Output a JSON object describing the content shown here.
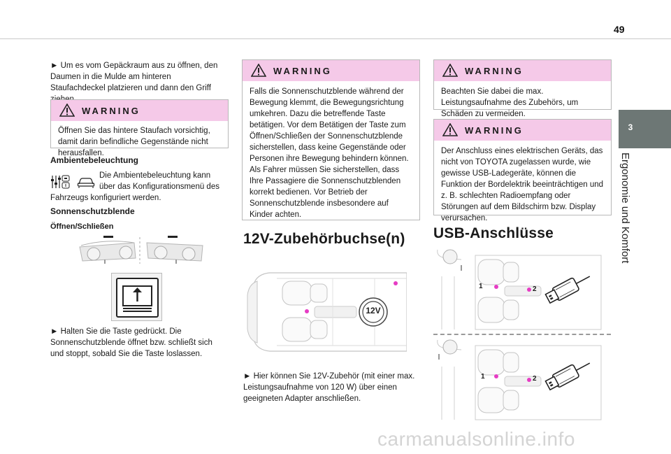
{
  "page_number": "49",
  "side_tab": {
    "number": "3",
    "label": "Ergonomie und Komfort"
  },
  "col1": {
    "intro": "► Um es vom Gepäckraum aus zu öffnen, den Daumen in die Mulde am hinteren Staufachdeckel platzieren und dann den Griff ziehen.",
    "warning_title": "WARNING",
    "warning_text": "Öffnen Sie das hintere Staufach vorsichtig, damit darin befindliche Gegenstände nicht herausfallen.",
    "ambient_heading": "Ambientebeleuchtung",
    "ambient_text_a": "Die Ambientebeleuchtung kann über das Konfigurationsmenü des",
    "ambient_text_b": "Fahrzeugs konfiguriert werden.",
    "sunshade_heading": "Sonnenschutzblende",
    "open_close_heading": "Öffnen/Schließen",
    "hold_text": "► Halten Sie die Taste gedrückt. Die Sonnenschutzblende öffnet bzw. schließt sich und stoppt, sobald Sie die Taste loslassen."
  },
  "col2": {
    "warning_title": "WARNING",
    "warning_text": "Falls die Sonnenschutzblende während der Bewegung klemmt, die Bewegungsrichtung umkehren. Dazu die betreffende Taste betätigen. Vor dem Betätigen der Taste zum Öffnen/Schließen der Sonnenschutzblende sicherstellen, dass keine Gegenstände oder Personen ihre Bewegung behindern können. Als Fahrer müssen Sie sicherstellen, dass Ihre Passagiere die Sonnenschutzblenden korrekt bedienen. Vor Betrieb der Sonnenschutzblende insbesondere auf Kinder achten.",
    "heading_12v": "12V-Zubehörbuchse(n)",
    "socket_label": "12V",
    "text_12v": "► Hier können Sie 12V-Zubehör (mit einer max. Leistungsaufnahme von 120 W) über einen geeigneten Adapter anschließen."
  },
  "col3": {
    "warning1_title": "WARNING",
    "warning1_text": "Beachten Sie dabei die max. Leistungsaufnahme des Zubehörs, um Schäden zu vermeiden.",
    "warning2_title": "WARNING",
    "warning2_text": "Der Anschluss eines elektrischen Geräts, das nicht von TOYOTA zugelassen wurde, wie gewisse USB-Ladegeräte, können die Funktion der Bordelektrik beeinträchtigen und z. B. schlechten Radioempfang oder Störungen auf dem Bildschirm bzw. Display verursachen.",
    "usb_heading": "USB-Anschlüsse",
    "marker_1": "1",
    "marker_2": "2"
  },
  "footer_watermark": "carmanualsonline.info",
  "colors": {
    "warning_band": "#f5c9e8",
    "side_tab": "#6d7775",
    "marker": "#e63cc4"
  }
}
